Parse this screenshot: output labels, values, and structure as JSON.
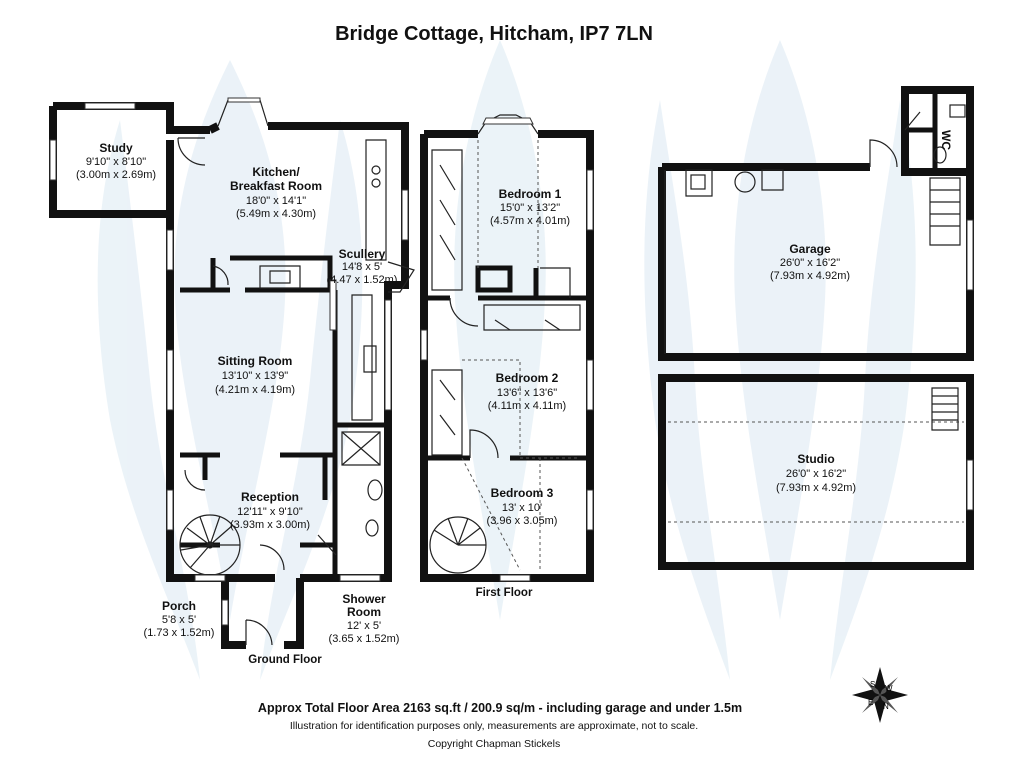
{
  "title": "Bridge Cottage, Hitcham, IP7 7LN",
  "rooms": {
    "study": {
      "name": "Study",
      "imperial": "9'10\" x 8'10\"",
      "metric": "(3.00m x 2.69m)"
    },
    "kitchen": {
      "name1": "Kitchen/",
      "name2": "Breakfast Room",
      "imperial": "18'0\" x 14'1\"",
      "metric": "(5.49m x 4.30m)"
    },
    "scullery": {
      "name": "Scullery",
      "imperial": "14'8 x 5'",
      "metric": "(4.47 x 1.52m)"
    },
    "sitting": {
      "name": "Sitting Room",
      "imperial": "13'10\" x 13'9\"",
      "metric": "(4.21m x 4.19m)"
    },
    "reception": {
      "name": "Reception",
      "imperial": "12'11\" x 9'10\"",
      "metric": "(3.93m x 3.00m)"
    },
    "porch": {
      "name": "Porch",
      "imperial": "5'8 x 5'",
      "metric": "(1.73 x 1.52m)"
    },
    "shower": {
      "name1": "Shower",
      "name2": "Room",
      "imperial": "12' x 5'",
      "metric": "(3.65 x 1.52m)"
    },
    "bed1": {
      "name": "Bedroom 1",
      "imperial": "15'0\" x 13'2\"",
      "metric": "(4.57m x 4.01m)"
    },
    "bed2": {
      "name": "Bedroom 2",
      "imperial": "13'6\" x 13'6\"",
      "metric": "(4.11m x 4.11m)"
    },
    "bed3": {
      "name": "Bedroom 3",
      "imperial": "13' x 10'",
      "metric": "(3.96 x 3.05m)"
    },
    "garage": {
      "name": "Garage",
      "imperial": "26'0\" x 16'2\"",
      "metric": "(7.93m x 4.92m)"
    },
    "studio": {
      "name": "Studio",
      "imperial": "26'0\" x 16'2\"",
      "metric": "(7.93m x 4.92m)"
    },
    "wc": {
      "name": "WC"
    }
  },
  "floors": {
    "ground": "Ground Floor",
    "first": "First Floor"
  },
  "footer": {
    "area": "Approx Total Floor Area 2163 sq.ft / 200.9 sq/m - including garage and under 1.5m",
    "disclaimer": "Illustration for identification purposes only, measurements are approximate, not to scale.",
    "copyright": "Copyright Chapman Stickels"
  },
  "compass": {
    "n": "N",
    "s": "S",
    "e": "E",
    "w": "W"
  },
  "colors": {
    "walls": "#111111",
    "watermark": "#dbe9f3"
  }
}
